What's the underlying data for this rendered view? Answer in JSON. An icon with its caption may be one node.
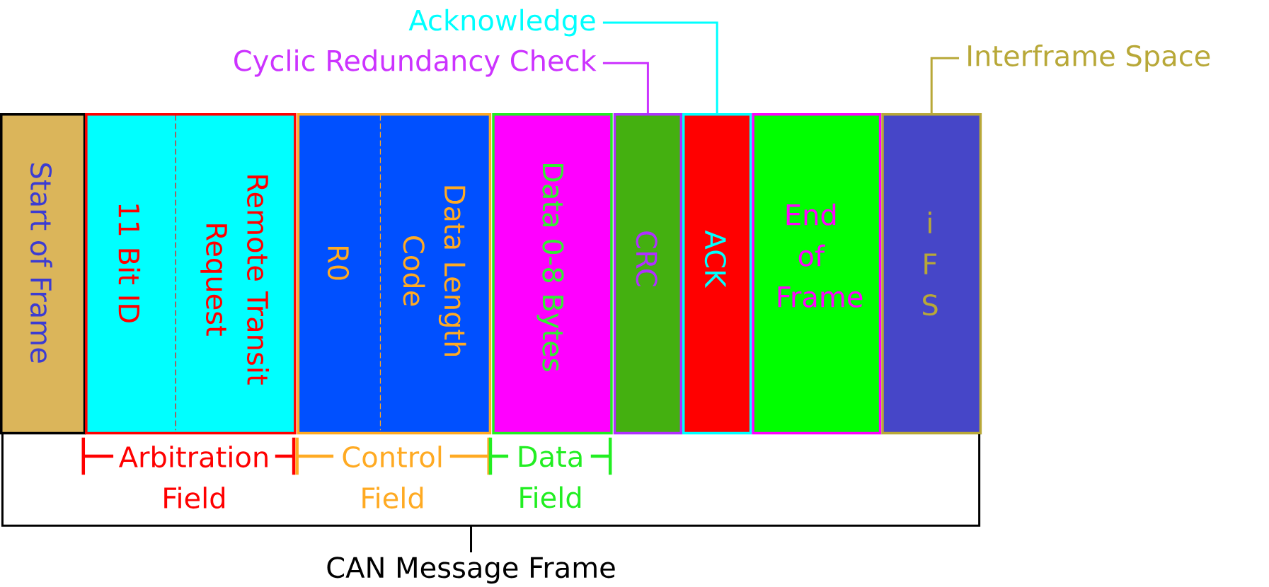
{
  "diagram": {
    "nodes": [
      {
        "text": [
          "Acknowledge"
        ]
      },
      {
        "text": [
          "Cyclic Redundancy Check"
        ]
      },
      {
        "text": [
          "Interframe Space"
        ]
      },
      {
        "text": [
          "Start of Frame"
        ]
      },
      {
        "text": [
          "11 Bit ID",
          "Remote Transit Request"
        ]
      },
      {
        "text": [
          "R0",
          "Data Length Code"
        ]
      },
      {
        "text": [
          "Data 0-8 Bytes"
        ]
      },
      {
        "text": [
          "CRC"
        ]
      },
      {
        "text": [
          "ACK"
        ]
      },
      {
        "text": [
          "End of Frame"
        ]
      },
      {
        "text": [
          "i F S"
        ]
      }
    ],
    "edges": [
      {
        "from": 0,
        "to": 8,
        "arrow": "none",
        "color": "#00ffff"
      },
      {
        "from": 1,
        "to": 7,
        "arrow": "none",
        "color": "#cc33ff"
      },
      {
        "from": 2,
        "to": 10,
        "arrow": "none",
        "color": "#b8a838"
      }
    ],
    "labels": [
      "Arbitration Field",
      "Control Field",
      "Data Field",
      "CAN Message Frame"
    ]
  }
}
